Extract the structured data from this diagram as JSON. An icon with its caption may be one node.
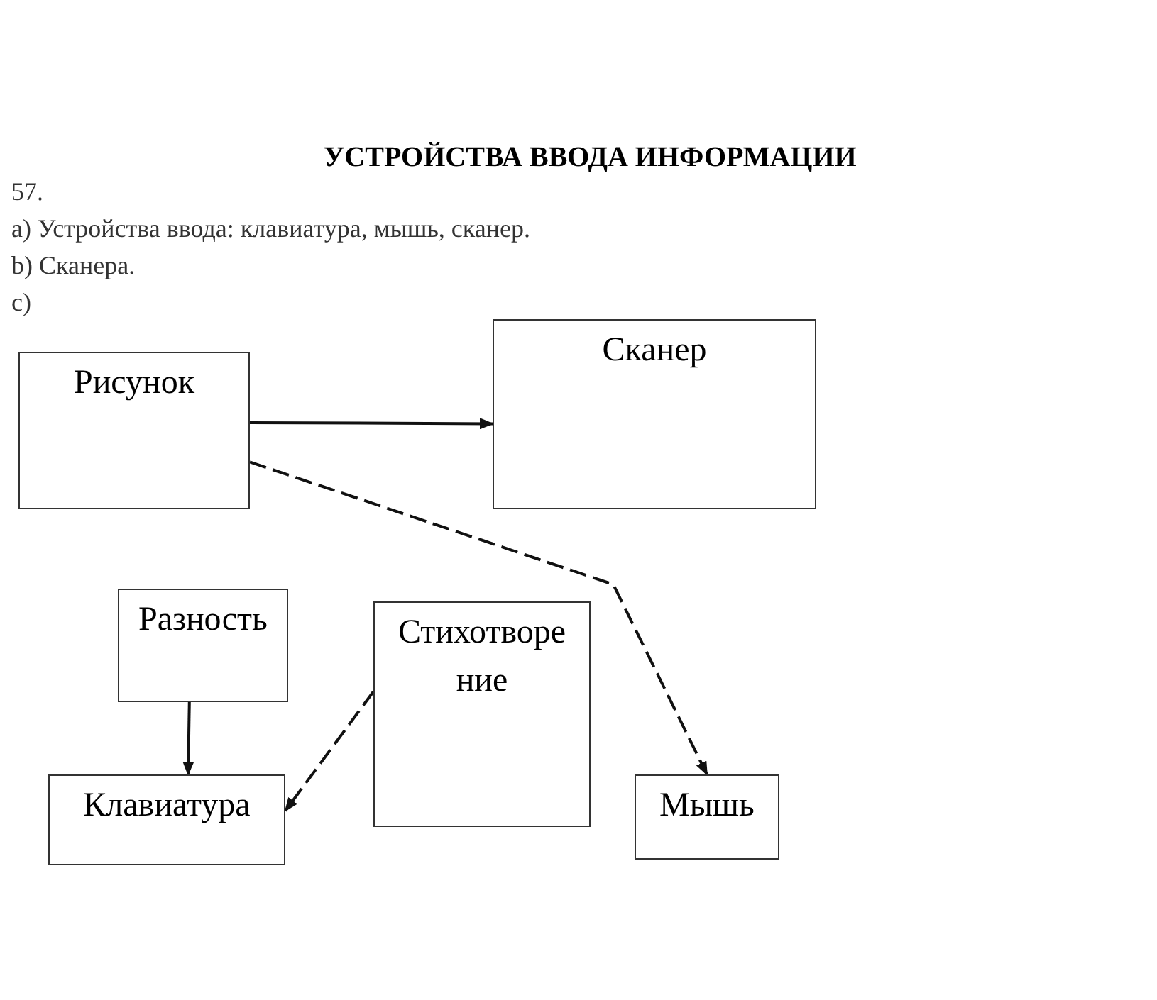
{
  "diagram": {
    "title": "УСТРОЙСТВА ВВОДА ИНФОРМАЦИИ",
    "nodes": [
      {
        "text": [
          "Рисунок"
        ]
      },
      {
        "text": [
          "Сканер"
        ]
      },
      {
        "text": [
          "Разность"
        ]
      },
      {
        "text": [
          "Стихотворение"
        ]
      },
      {
        "text": [
          "Клавиатура"
        ]
      },
      {
        "text": [
          "Мышь"
        ]
      }
    ],
    "edges": [
      {
        "from": 0,
        "to": 1,
        "arrow": "to"
      },
      {
        "from": 0,
        "to": 5,
        "arrow": "to",
        "style": "dashed"
      },
      {
        "from": 2,
        "to": 4,
        "arrow": "to"
      },
      {
        "from": 3,
        "to": 4,
        "arrow": "to",
        "style": "dashed"
      }
    ],
    "labels": [
      "57.",
      "а) Устройства ввода: клавиатура, мышь, сканер.",
      "b) Сканера.",
      "c)"
    ]
  }
}
